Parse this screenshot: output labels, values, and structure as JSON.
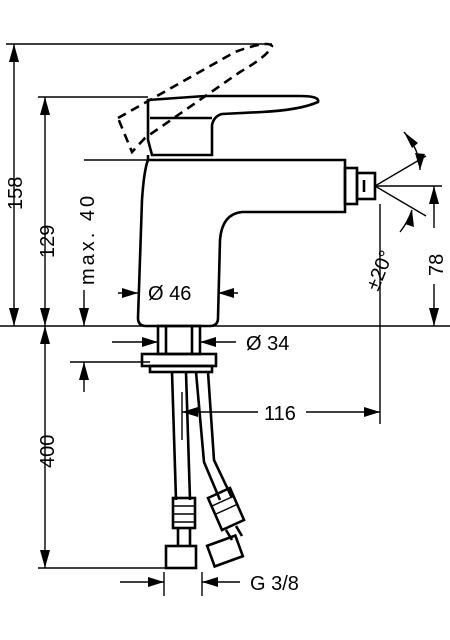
{
  "diagram": {
    "dimensions": {
      "height_total": "158",
      "height_spout": "129",
      "max_lever": "max. 40",
      "body_diameter": "Ø 46",
      "hole_diameter": "Ø 34",
      "spout_reach": "116",
      "hose_length": "400",
      "connection": "G 3/8",
      "spout_height": "78",
      "swivel_angle": "±20°"
    }
  }
}
